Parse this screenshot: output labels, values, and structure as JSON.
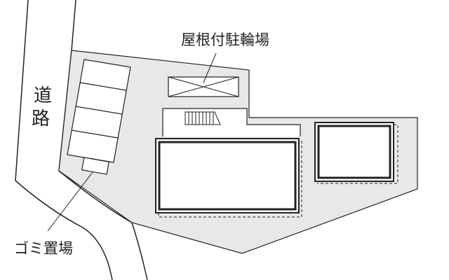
{
  "labels": {
    "road_char1": "道",
    "road_char2": "路",
    "bicycle_parking": "屋根付駐輪場",
    "garbage": "ゴミ置場"
  },
  "colors": {
    "lot_fill": "#e8e8e8",
    "line": "#222222",
    "background": "#ffffff"
  }
}
